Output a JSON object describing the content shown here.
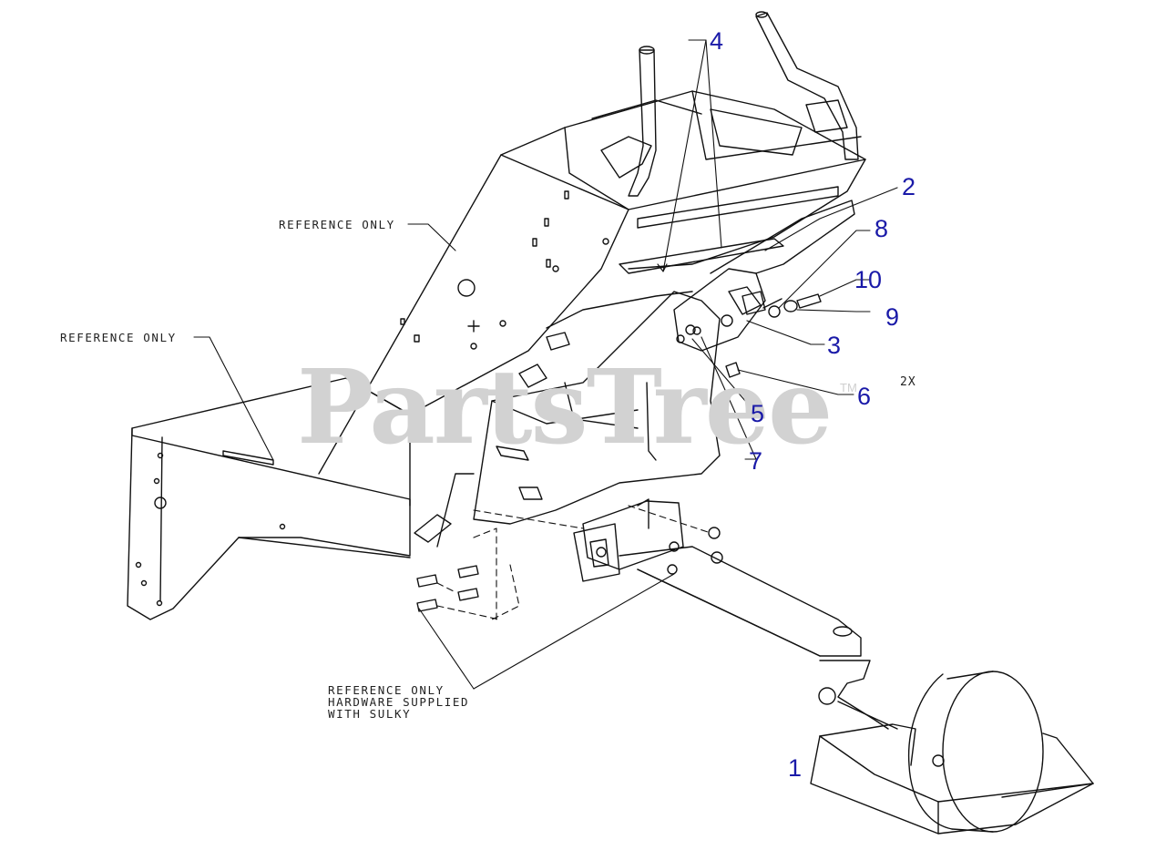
{
  "callouts": [
    {
      "id": "1",
      "text": "1"
    },
    {
      "id": "2",
      "text": "2"
    },
    {
      "id": "3",
      "text": "3"
    },
    {
      "id": "4",
      "text": "4"
    },
    {
      "id": "5",
      "text": "5"
    },
    {
      "id": "6",
      "text": "6"
    },
    {
      "id": "7",
      "text": "7"
    },
    {
      "id": "8",
      "text": "8"
    },
    {
      "id": "9",
      "text": "9"
    },
    {
      "id": "10",
      "text": "10"
    }
  ],
  "notes": {
    "reference_top": "REFERENCE ONLY",
    "reference_left": "REFERENCE ONLY",
    "reference_bottom": "REFERENCE ONLY\nHARDWARE SUPPLIED\nWITH SULKY"
  },
  "quantity_note": "2X",
  "watermark": {
    "text": "PartsTree",
    "mark": "TM"
  },
  "colors": {
    "callout": "#1a1aa8",
    "line": "#111111",
    "watermark": "#d2d2d2"
  }
}
